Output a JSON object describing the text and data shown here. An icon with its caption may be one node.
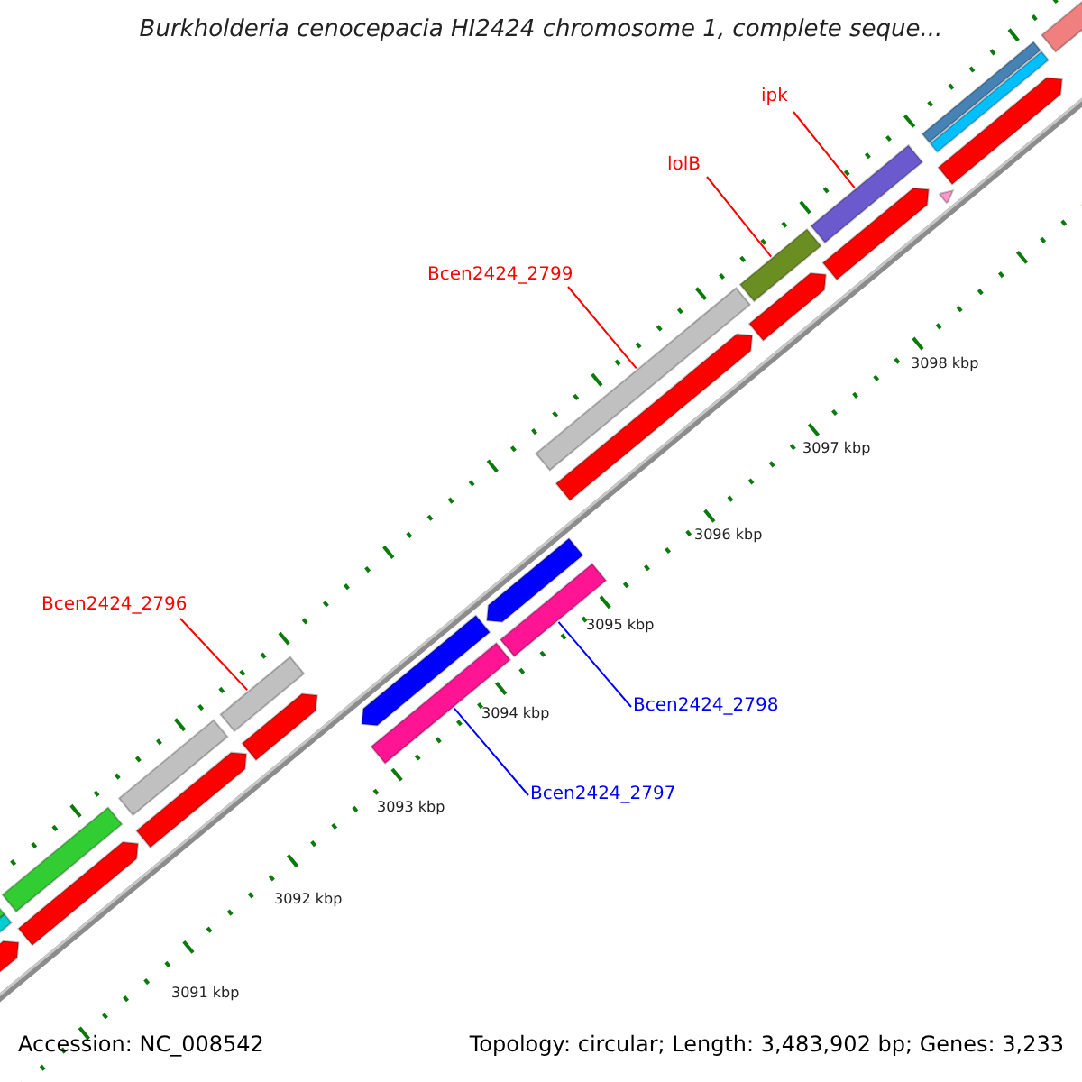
{
  "diagram": {
    "title": "Burkholderia cenocepacia HI2424 chromosome 1, complete seque...",
    "nodes": [
      {
        "text": [
          "ipk"
        ]
      },
      {
        "text": [
          "lolB"
        ]
      },
      {
        "text": [
          "Bcen2424_2799"
        ]
      },
      {
        "text": [
          "Bcen2424_2796"
        ]
      },
      {
        "text": [
          "Bcen2424_2798"
        ]
      },
      {
        "text": [
          "Bcen2424_2797"
        ]
      },
      {
        "text": [],
        "shape": "bar"
      },
      {
        "text": [],
        "shape": "bar"
      },
      {
        "text": [],
        "shape": "bar"
      },
      {
        "text": [],
        "shape": "bar"
      },
      {
        "text": [],
        "shape": "bar"
      },
      {
        "text": [],
        "shape": "bar"
      },
      {
        "text": [],
        "shape": "bar"
      },
      {
        "text": [],
        "shape": "bar"
      }
    ],
    "edges": [
      {
        "from": 0,
        "to": 13,
        "arrow": "none"
      },
      {
        "from": 1,
        "to": 12,
        "arrow": "none"
      },
      {
        "from": 2,
        "to": 10,
        "arrow": "none"
      },
      {
        "from": 3,
        "to": 6,
        "arrow": "none"
      },
      {
        "from": 4,
        "to": 9,
        "arrow": "none",
        "color": "#0000ff"
      },
      {
        "from": 5,
        "to": 8,
        "arrow": "none",
        "color": "#0000ff"
      }
    ],
    "labels": [
      "3098 kbp",
      "3097 kbp",
      "3096 kbp",
      "3095 kbp",
      "3094 kbp",
      "3093 kbp",
      "3092 kbp",
      "3091 kbp",
      "Accession: NC_008542",
      "Topology: circular; Length: 3,483,902 bp; Genes: 3,233"
    ]
  }
}
